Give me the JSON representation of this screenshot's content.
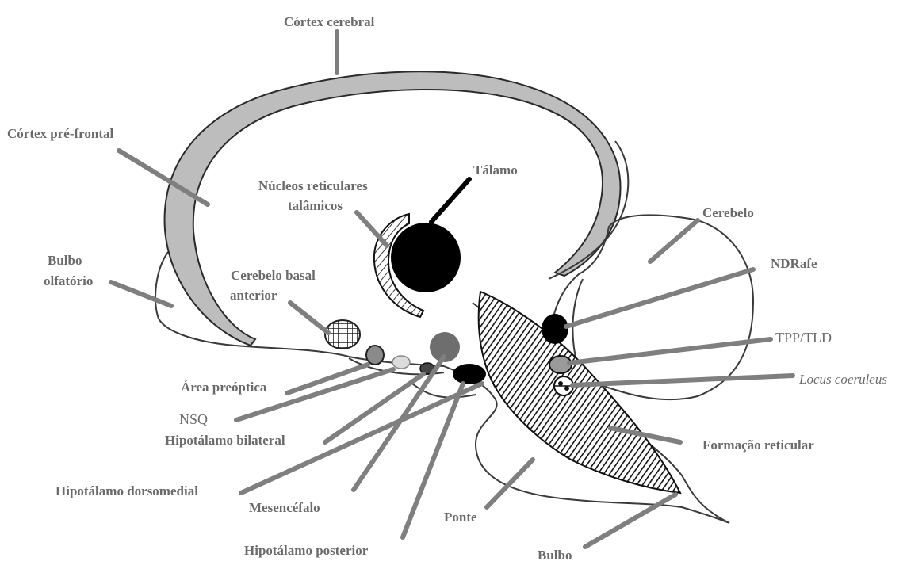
{
  "labels": {
    "cortex_cerebral": "Córtex cerebral",
    "cortex_pre_frontal": "Córtex pré-frontal",
    "nucleos_reticulares_1": "Núcleos reticulares",
    "nucleos_reticulares_2": "talâmicos",
    "talamo": "Tálamo",
    "cerebelo": "Cerebelo",
    "bulbo_olfatorio_1": "Bulbo",
    "bulbo_olfatorio_2": "olfatório",
    "cerebelo_basal_1": "Cerebelo basal",
    "cerebelo_basal_2": "anterior",
    "ndrafe": "NDRafe",
    "tpp_tld": "TPP/TLD",
    "locus_coeruleus": "Locus coeruleus",
    "area_preoptica": "Área preóptica",
    "nsq": "NSQ",
    "hipotalamo_bilateral": "Hipotálamo bilateral",
    "formacao_reticular": "Formação reticular",
    "hipotalamo_dorsomedial": "Hipotálamo dorsomedial",
    "mesencefalo": "Mesencéfalo",
    "ponte": "Ponte",
    "hipotalamo_posterior": "Hipotálamo posterior",
    "bulbo": "Bulbo"
  },
  "colors": {
    "cortex_fill": "#bdbdbd",
    "label_text": "#6a6a6a",
    "leader_line": "#7f7f7f",
    "structure_dark": "#000000",
    "structure_gray": "#6e6e6e"
  }
}
